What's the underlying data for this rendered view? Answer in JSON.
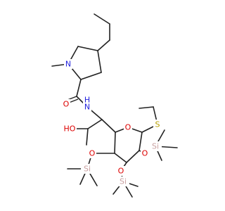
{
  "atoms": {
    "N_ring": {
      "text": "N",
      "color": "#2222dd"
    },
    "O_amide": {
      "text": "O",
      "color": "#dd0000"
    },
    "N_amide": {
      "text": "N",
      "color": "#2222dd"
    },
    "H_amide": {
      "text": "H",
      "color": "#2222dd"
    },
    "HO": {
      "text": "HO",
      "color": "#dd0000"
    },
    "S": {
      "text": "S",
      "color": "#b8a000"
    },
    "O_ring": {
      "text": "O",
      "color": "#dd0000"
    },
    "O_left": {
      "text": "O",
      "color": "#dd0000"
    },
    "Si_left": {
      "text": "Si",
      "color": "#c9a0a0"
    },
    "O_mid": {
      "text": "O",
      "color": "#dd0000"
    },
    "Si_mid": {
      "text": "Si",
      "color": "#c9a0a0"
    },
    "O_right": {
      "text": "O",
      "color": "#dd0000"
    },
    "Si_right": {
      "text": "Si",
      "color": "#c9a0a0"
    }
  }
}
